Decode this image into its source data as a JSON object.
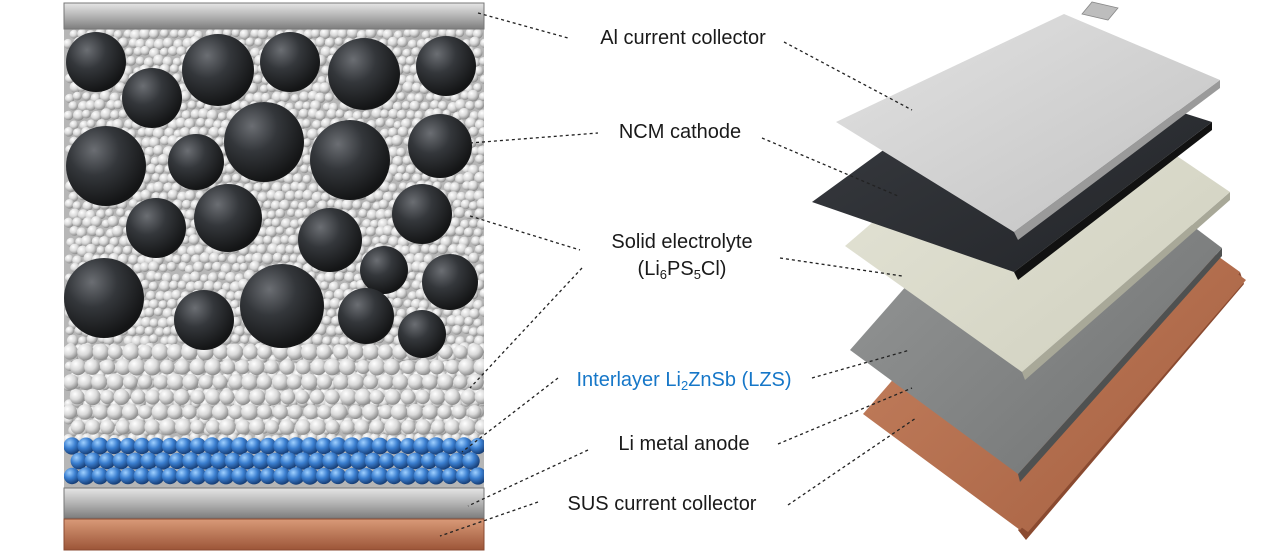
{
  "labels": {
    "al_collector": "Al current collector",
    "cathode": "NCM cathode",
    "electrolyte": "Solid electrolyte",
    "electrolyte_formula": {
      "p1": "(Li",
      "s1": "6",
      "p2": "PS",
      "s2": "5",
      "p3": "Cl)"
    },
    "interlayer": {
      "p1": "Interlayer Li",
      "s1": "2",
      "p2": "ZnSb (LZS)"
    },
    "anode": "Li metal anode",
    "sus_collector": "SUS current collector"
  },
  "colors": {
    "cathode_particle": "#2f3236",
    "electrolyte_particle": "#d8d8d8",
    "interlayer_particle": "#3b7fd0",
    "collector_al": "#bfbfbf",
    "collector_sus": "#bdbdbd",
    "copper": "#b9714f",
    "label_blue": "#1677c8"
  }
}
